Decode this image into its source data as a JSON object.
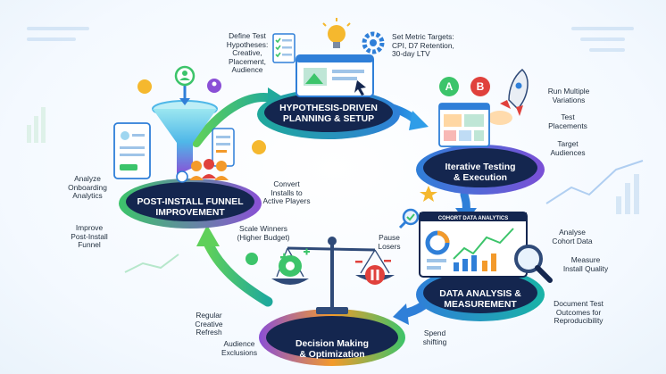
{
  "stages": {
    "planning": {
      "line1": "HYPOTHESIS-DRIVEN",
      "line2": "PLANNING & SETUP"
    },
    "testing": {
      "line1": "Iterative Testing",
      "line2": "& Execution"
    },
    "analysis": {
      "line1": "DATA ANALYSIS &",
      "line2": "MEASUREMENT"
    },
    "decision": {
      "line1": "Decision Making",
      "line2": "& Optimization"
    },
    "funnel": {
      "line1": "POST-INSTALL FUNNEL",
      "line2": "IMPROVEMENT"
    }
  },
  "notes": {
    "hypotheses": [
      "Define Test",
      "Hypotheses:",
      "Creative,",
      "Placement,",
      "Audience"
    ],
    "targets": [
      "Set Metric Targets:",
      "CPI, D7 Retention,",
      "30-day LTV"
    ],
    "variations": [
      "Run Multiple",
      "Variations"
    ],
    "placements": [
      "Test",
      "Placements"
    ],
    "audiences": [
      "Target",
      "Audiences"
    ],
    "cohort_note": [
      "Analyse",
      "Cohort Data"
    ],
    "quality": [
      "Measure",
      "Install Quality"
    ],
    "document": [
      "Document Test",
      "Outcomes for",
      "Reproducibility"
    ],
    "spend": [
      "Spend",
      "shifting"
    ],
    "exclusions": [
      "Audience",
      "Exclusions"
    ],
    "refresh": [
      "Regular",
      "Creative",
      "Refresh"
    ],
    "scale": [
      "Scale Winners",
      "(Higher Budget)"
    ],
    "pause": [
      "Pause",
      "Losers"
    ],
    "onboarding": [
      "Analyze",
      "Onboarding",
      "Analytics"
    ],
    "funnel_note": [
      "Improve",
      "Post-Install",
      "Funnel"
    ],
    "convert": [
      "Convert",
      "Installs to",
      "Active Players"
    ]
  },
  "ab": {
    "a": "A",
    "b": "B"
  },
  "dashboard": {
    "title": "COHORT DATA ANALYTICS"
  },
  "colors": {
    "navy": "#14264f",
    "blue": "#2f7fd8",
    "teal": "#19b3a6",
    "green": "#3cc46a",
    "orange": "#f39a2b",
    "purple": "#8a4fd6",
    "red": "#e0413c",
    "gold": "#f5b82e"
  },
  "icons": [
    "lightbulb-icon",
    "gear-icon",
    "checklist-icon",
    "rocket-icon",
    "funnel-icon",
    "magnifier-icon",
    "scale-icon",
    "dollar-coin-icon",
    "star-icon",
    "avatar-icon"
  ]
}
